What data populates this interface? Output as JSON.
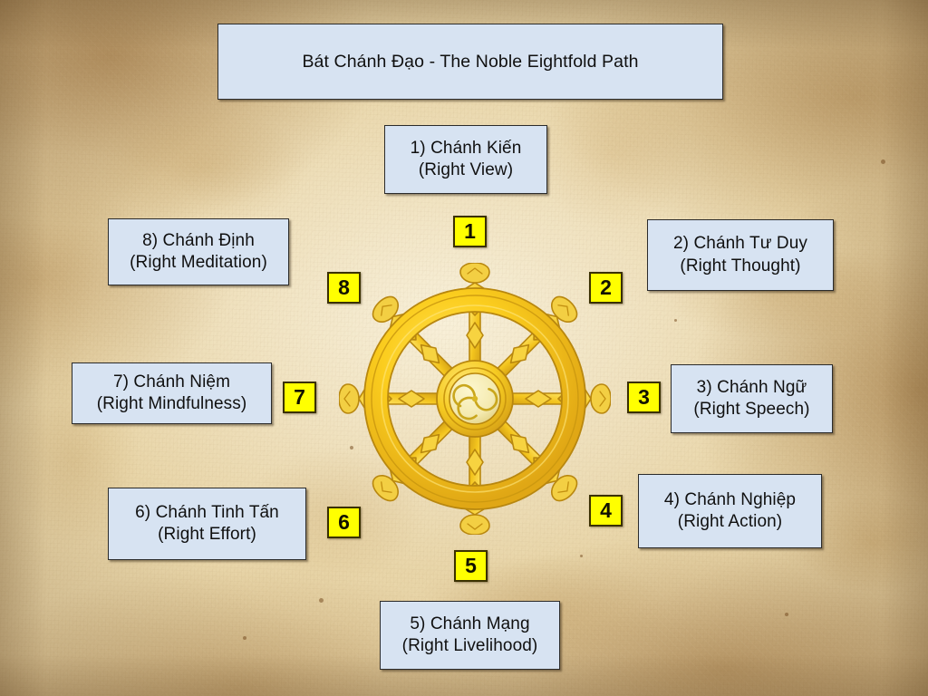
{
  "meta": {
    "diagram_kind": "radial-concept-diagram",
    "background_style": "aged parchment"
  },
  "title": {
    "text": "Bát Chánh Đạo - The Noble Eightfold Path"
  },
  "center": {
    "icon": "dharma-wheel-icon",
    "spokes": 8
  },
  "colors": {
    "label_fill": "#d7e3f2",
    "label_border": "#2b2b2b",
    "badge_fill": "#ffff00",
    "badge_border": "#3a3000",
    "wheel_gold": "#f5c518",
    "wheel_gold_dark": "#c9981a",
    "parchment": "#e8d5a8"
  },
  "paths": [
    {
      "number": "1",
      "vi": "1) Chánh Kiến",
      "en": "(Right View)"
    },
    {
      "number": "2",
      "vi": "2) Chánh Tư Duy",
      "en": "(Right Thought)"
    },
    {
      "number": "3",
      "vi": "3) Chánh Ngữ",
      "en": "(Right Speech)"
    },
    {
      "number": "4",
      "vi": "4) Chánh Nghiệp",
      "en": "(Right Action)"
    },
    {
      "number": "5",
      "vi": "5) Chánh Mạng",
      "en": "(Right Livelihood)"
    },
    {
      "number": "6",
      "vi": "6) Chánh Tinh Tấn",
      "en": "(Right Effort)"
    },
    {
      "number": "7",
      "vi": "7) Chánh Niệm",
      "en": "(Right Mindfulness)"
    },
    {
      "number": "8",
      "vi": "8) Chánh Định",
      "en": "(Right Meditation)"
    }
  ]
}
